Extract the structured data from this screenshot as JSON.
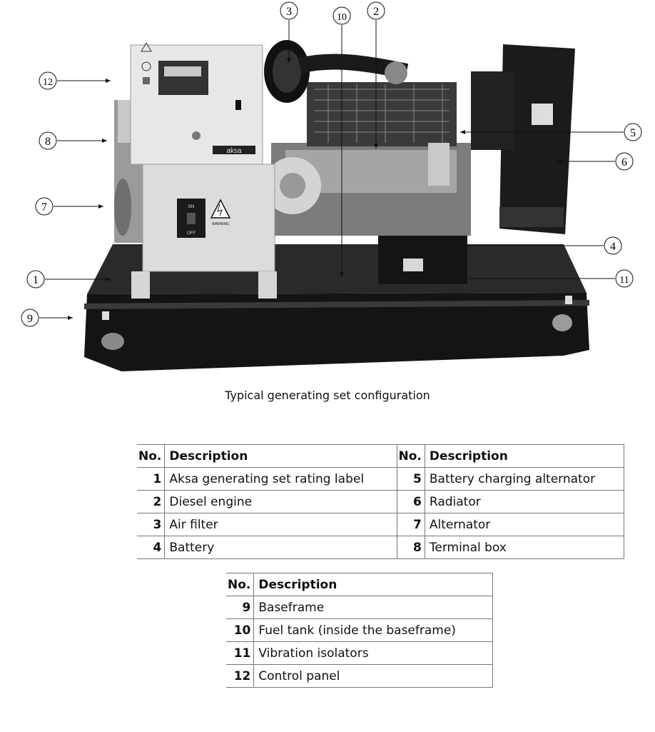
{
  "figure": {
    "callouts": [
      "3",
      "10",
      "2",
      "12",
      "8",
      "7",
      "1",
      "9",
      "5",
      "6",
      "4",
      "11"
    ],
    "brand_text": "aksa",
    "switch_on": "ON",
    "switch_off": "OFF",
    "warning_text": "WARNING"
  },
  "caption": "Typical generating set configuration",
  "table_a": {
    "headers": [
      "No.",
      "Description",
      "No.",
      "Description"
    ],
    "rows": [
      {
        "n1": "1",
        "d1": "Aksa generating set rating label",
        "n2": "5",
        "d2": "Battery charging alternator"
      },
      {
        "n1": "2",
        "d1": "Diesel engine",
        "n2": "6",
        "d2": "Radiator"
      },
      {
        "n1": "3",
        "d1": "Air filter",
        "n2": "7",
        "d2": "Alternator"
      },
      {
        "n1": "4",
        "d1": "Battery",
        "n2": "8",
        "d2": "Terminal box"
      }
    ]
  },
  "table_b": {
    "headers": [
      "No.",
      "Description"
    ],
    "rows": [
      {
        "n": "9",
        "d": "Baseframe"
      },
      {
        "n": "10",
        "d": "Fuel tank (inside the baseframe)"
      },
      {
        "n": "11",
        "d": "Vibration isolators"
      },
      {
        "n": "12",
        "d": "Control panel"
      }
    ]
  }
}
